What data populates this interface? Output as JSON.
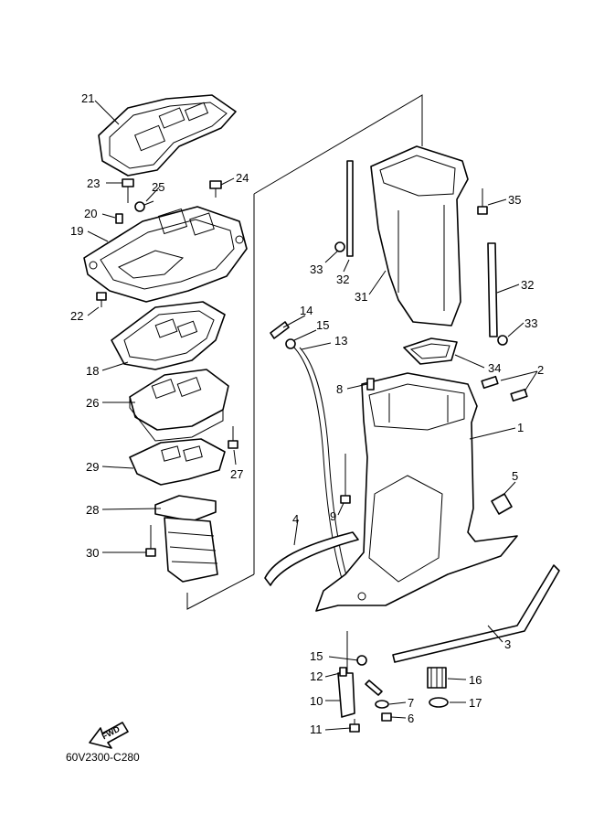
{
  "diagram": {
    "doc_id": "60V2300-C280",
    "fwd_label": "FWD",
    "callouts": [
      {
        "label": "21",
        "name": "callout-21"
      },
      {
        "label": "23",
        "name": "callout-23"
      },
      {
        "label": "25",
        "name": "callout-25"
      },
      {
        "label": "24",
        "name": "callout-24"
      },
      {
        "label": "20",
        "name": "callout-20"
      },
      {
        "label": "19",
        "name": "callout-19"
      },
      {
        "label": "22",
        "name": "callout-22"
      },
      {
        "label": "18",
        "name": "callout-18"
      },
      {
        "label": "26",
        "name": "callout-26"
      },
      {
        "label": "27",
        "name": "callout-27"
      },
      {
        "label": "29",
        "name": "callout-29"
      },
      {
        "label": "28",
        "name": "callout-28"
      },
      {
        "label": "30",
        "name": "callout-30"
      },
      {
        "label": "35",
        "name": "callout-35"
      },
      {
        "label": "33",
        "name": "callout-33-left"
      },
      {
        "label": "32",
        "name": "callout-32-left"
      },
      {
        "label": "31",
        "name": "callout-31"
      },
      {
        "label": "32",
        "name": "callout-32-right"
      },
      {
        "label": "33",
        "name": "callout-33-right"
      },
      {
        "label": "14",
        "name": "callout-14"
      },
      {
        "label": "15",
        "name": "callout-15-top"
      },
      {
        "label": "13",
        "name": "callout-13"
      },
      {
        "label": "34",
        "name": "callout-34"
      },
      {
        "label": "2",
        "name": "callout-2"
      },
      {
        "label": "8",
        "name": "callout-8"
      },
      {
        "label": "1",
        "name": "callout-1"
      },
      {
        "label": "5",
        "name": "callout-5"
      },
      {
        "label": "9",
        "name": "callout-9"
      },
      {
        "label": "4",
        "name": "callout-4"
      },
      {
        "label": "3",
        "name": "callout-3"
      },
      {
        "label": "15",
        "name": "callout-15-bottom"
      },
      {
        "label": "12",
        "name": "callout-12"
      },
      {
        "label": "16",
        "name": "callout-16"
      },
      {
        "label": "10",
        "name": "callout-10"
      },
      {
        "label": "7",
        "name": "callout-7"
      },
      {
        "label": "17",
        "name": "callout-17"
      },
      {
        "label": "6",
        "name": "callout-6"
      },
      {
        "label": "11",
        "name": "callout-11"
      }
    ]
  }
}
